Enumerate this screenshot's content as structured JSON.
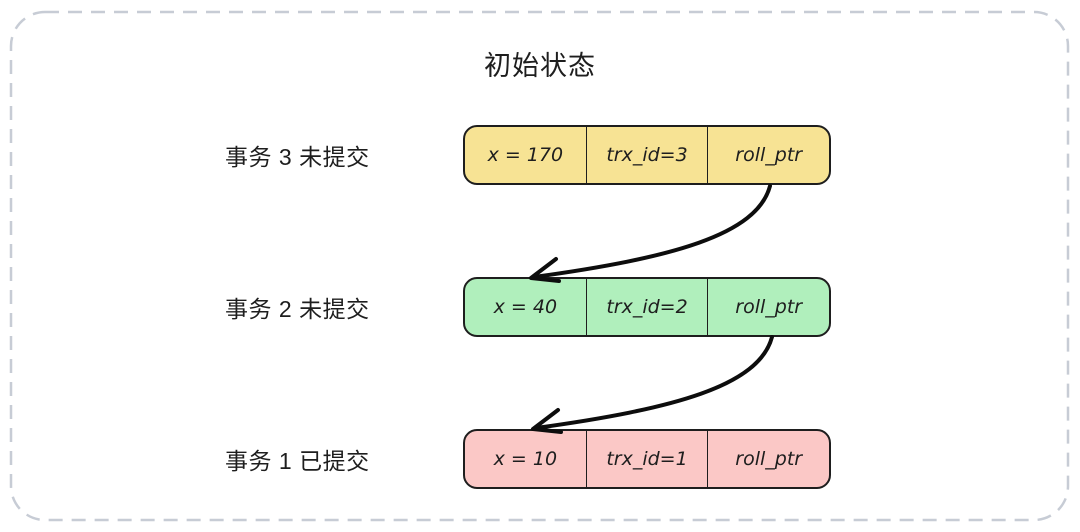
{
  "title": "初始状态",
  "rows": [
    {
      "label": "事务 3 未提交",
      "fill": "#F7E394",
      "cells": [
        "x = 170",
        "trx_id=3",
        "roll_ptr"
      ]
    },
    {
      "label": "事务 2 未提交",
      "fill": "#B0EFBC",
      "cells": [
        "x = 40",
        "trx_id=2",
        "roll_ptr"
      ]
    },
    {
      "label": "事务 1 已提交",
      "fill": "#FBC8C6",
      "cells": [
        "x = 10",
        "trx_id=1",
        "roll_ptr"
      ]
    }
  ],
  "arrows": [
    {
      "from": "trx_id=3 roll_ptr",
      "to": "trx_id=2 record"
    },
    {
      "from": "trx_id=2 roll_ptr",
      "to": "trx_id=1 record"
    }
  ],
  "colors": {
    "box_border": "#1e1e1e",
    "arrow": "#0d0d0d",
    "outer_dashed_border": "#c7ccd5",
    "text": "#1e1e1e",
    "background": "#ffffff"
  }
}
